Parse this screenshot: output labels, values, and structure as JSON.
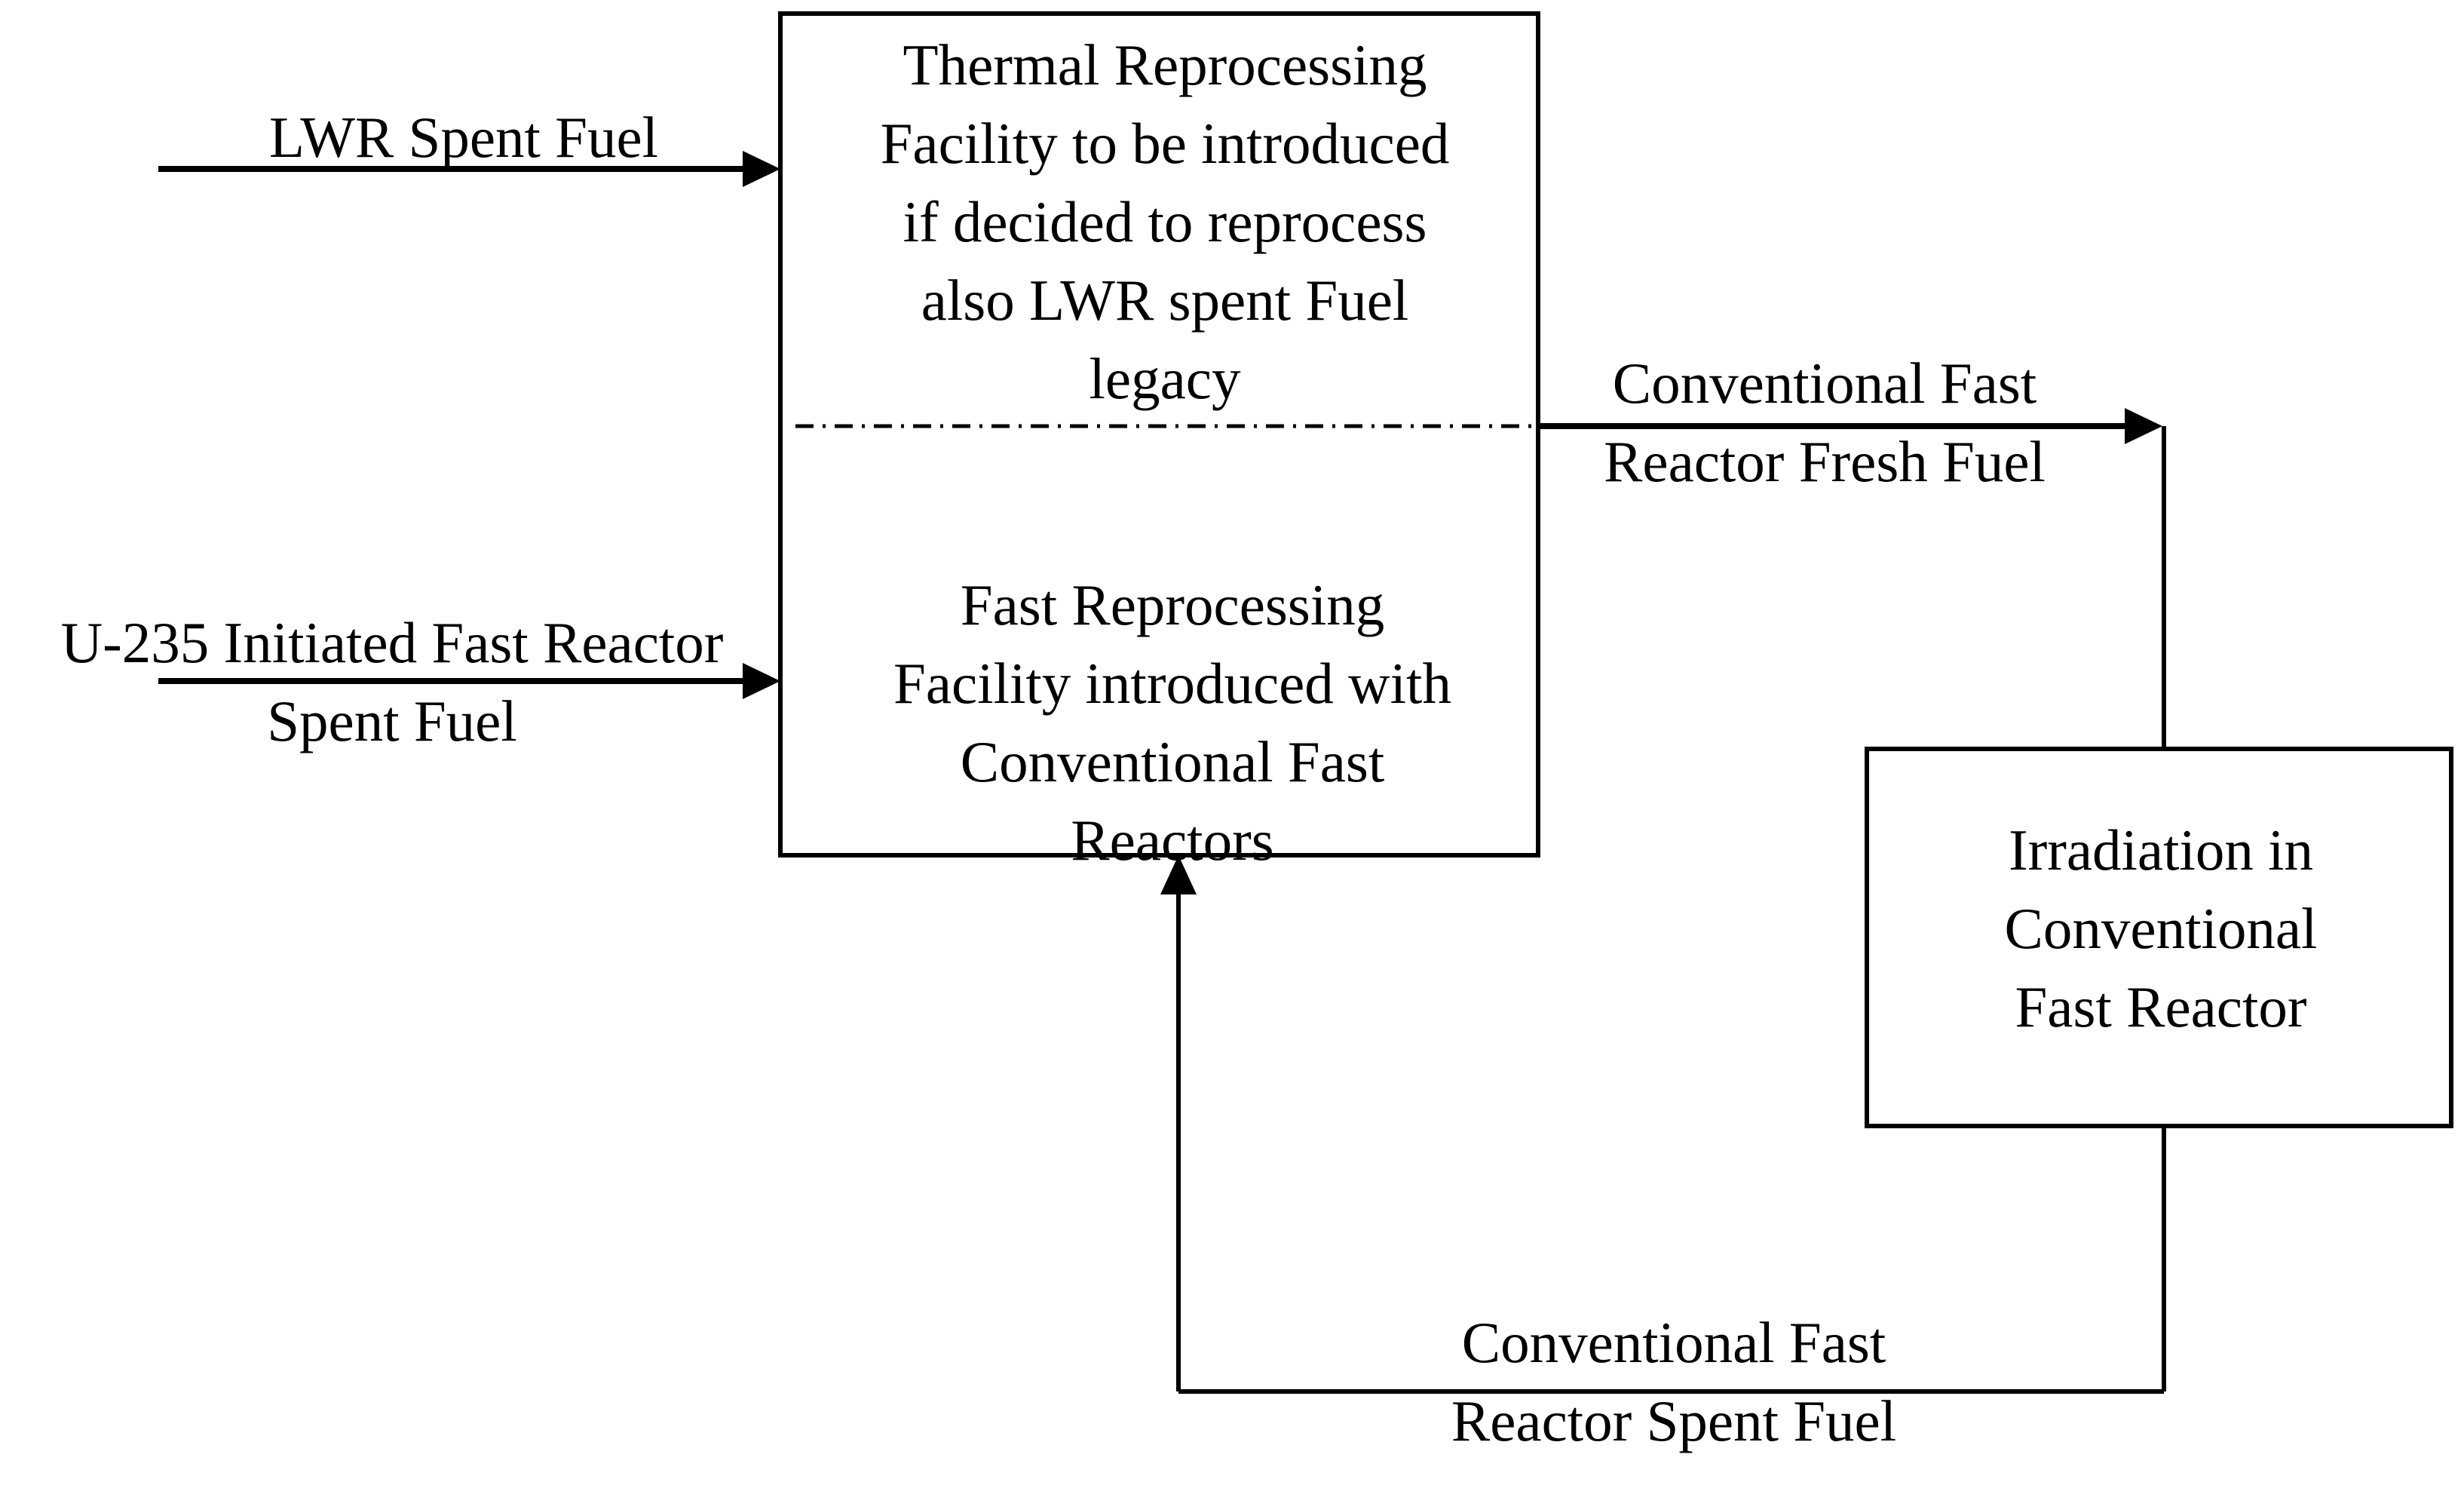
{
  "nodes": {
    "thermal_facility": {
      "lines": [
        "Thermal Reprocessing",
        "Facility to be introduced",
        "if decided to reprocess",
        "also LWR spent Fuel",
        "legacy"
      ]
    },
    "fast_facility": {
      "lines": [
        "Fast Reprocessing",
        "Facility introduced with",
        "Conventional Fast",
        "Reactors"
      ]
    },
    "irradiation": {
      "lines": [
        "Irradiation in",
        "Conventional",
        "Fast Reactor"
      ]
    }
  },
  "edges": {
    "lwr_input": {
      "lines": [
        "LWR Spent Fuel"
      ]
    },
    "u235_input": {
      "lines": [
        "U-235 Initiated Fast Reactor",
        "Spent Fuel"
      ]
    },
    "fresh_fuel": {
      "lines": [
        "Conventional Fast",
        "Reactor Fresh Fuel"
      ]
    },
    "spent_fuel": {
      "lines": [
        "Conventional Fast",
        "Reactor Spent Fuel"
      ]
    }
  }
}
